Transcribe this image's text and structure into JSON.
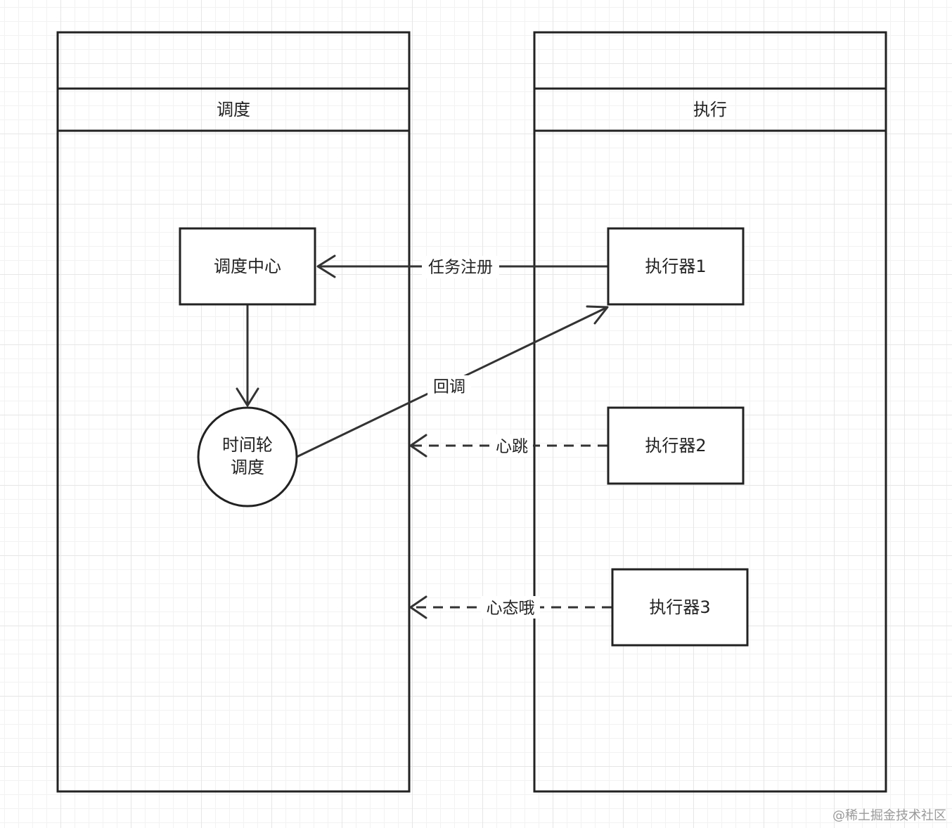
{
  "lanes": {
    "schedule": {
      "title": "调度"
    },
    "execute": {
      "title": "执行"
    }
  },
  "nodes": {
    "scheduler_center": "调度中心",
    "time_wheel_line1": "时间轮",
    "time_wheel_line2": "调度",
    "executor1": "执行器1",
    "executor2": "执行器2",
    "executor3": "执行器3"
  },
  "edges": {
    "task_register": "任务注册",
    "callback": "回调",
    "heartbeat": "心跳",
    "heartbeat2": "心态哦"
  },
  "watermark": "@稀土掘金技术社区"
}
